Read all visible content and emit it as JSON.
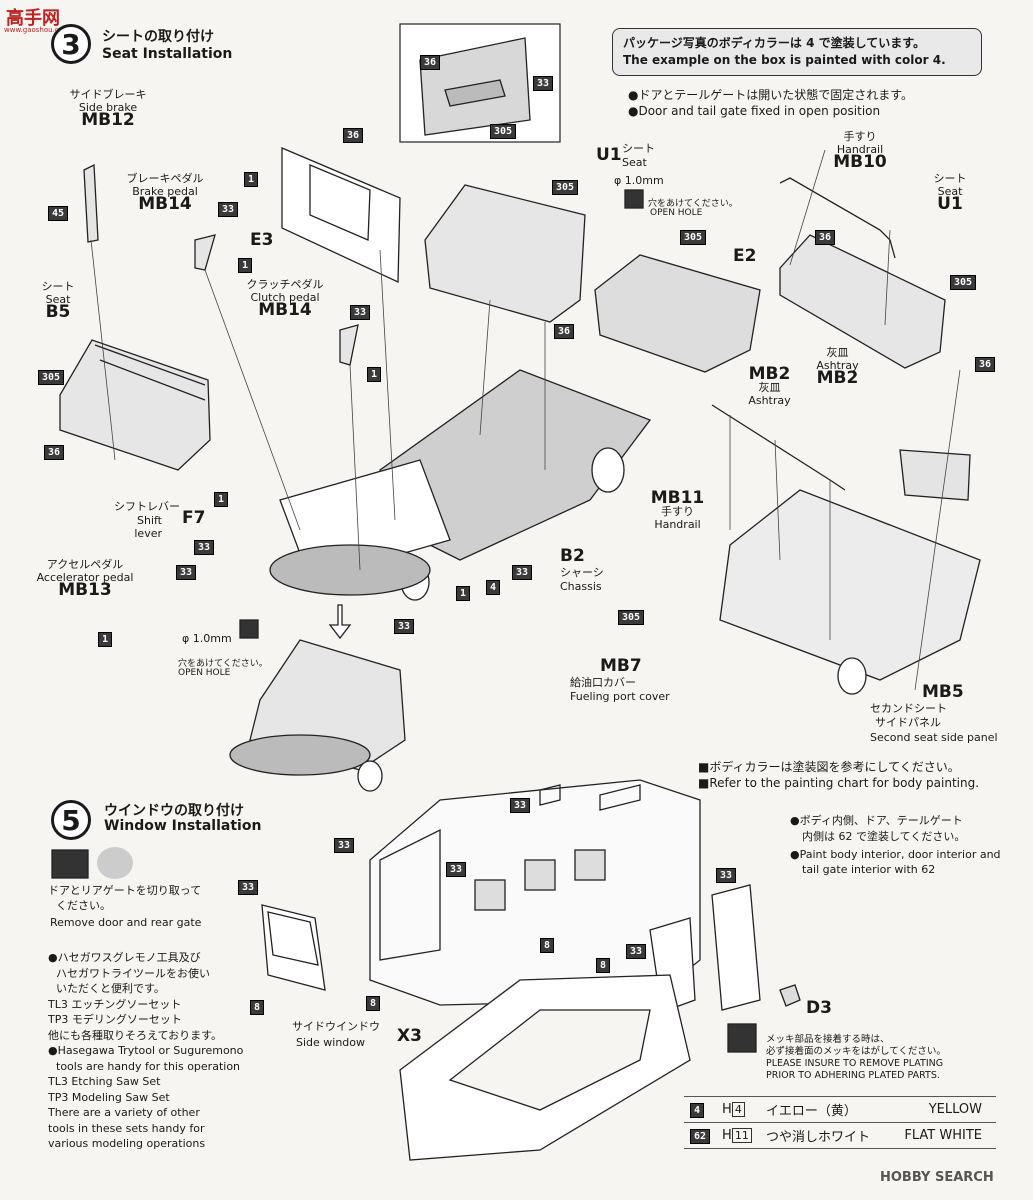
{
  "watermark": {
    "top": "高手网",
    "bottom": "www.gaoshou.com.cn"
  },
  "step3": {
    "num": "3",
    "title_jp": "シートの取り付け",
    "title_en": "Seat Installation"
  },
  "step5": {
    "num": "5",
    "title_jp": "ウインドウの取り付け",
    "title_en": "Window Installation"
  },
  "box_note": {
    "jp": "パッケージ写真のボディカラーは 4 で塗装しています。",
    "en": "The example on the box is painted with color 4."
  },
  "door_note": {
    "jp": "●ドアとテールゲートは開いた状態で固定されます。",
    "en": "●Door and tail gate fixed in open position"
  },
  "parts": {
    "side_brake": {
      "jp": "サイドブレーキ",
      "en": "Side brake",
      "code": "MB12"
    },
    "brake_pedal": {
      "jp": "ブレーキペダル",
      "en": "Brake pedal",
      "code": "MB14"
    },
    "clutch_pedal": {
      "jp": "クラッチペダル",
      "en": "Clutch pedal",
      "code": "MB14"
    },
    "seat_b5": {
      "jp": "シート",
      "en": "Seat",
      "code": "B5"
    },
    "shift_lever": {
      "jp": "シフトレバー",
      "en": "Shift lever",
      "code": "F7"
    },
    "accel_pedal": {
      "jp": "アクセルペダル",
      "en": "Accelerator pedal",
      "code": "MB13"
    },
    "seat_u1a": {
      "code": "U1",
      "jp": "シート",
      "en": "Seat"
    },
    "e2": {
      "code": "E2"
    },
    "e3": {
      "code": "E3"
    },
    "handrail_mb10": {
      "jp": "手すり",
      "en": "Handrail",
      "code": "MB10"
    },
    "seat_u1b": {
      "jp": "シート",
      "en": "Seat",
      "code": "U1"
    },
    "ashtray_a": {
      "code": "MB2",
      "jp": "灰皿",
      "en": "Ashtray"
    },
    "ashtray_b": {
      "jp": "灰皿",
      "en": "Ashtray",
      "code": "MB2"
    },
    "handrail_mb11": {
      "code": "MB11",
      "jp": "手すり",
      "en": "Handrail"
    },
    "chassis": {
      "code": "B2",
      "jp": "シャーシ",
      "en": "Chassis"
    },
    "fuel_cover": {
      "code": "MB7",
      "jp": "給油口カバー",
      "en": "Fueling port cover"
    },
    "mb5": {
      "code": "MB5",
      "jp1": "セカンドシート",
      "jp2": "サイドパネル",
      "en": "Second seat side panel"
    },
    "side_window": {
      "jp": "サイドウインドウ",
      "en": "Side window",
      "code": "X3"
    },
    "d3": {
      "code": "D3"
    }
  },
  "hole": {
    "size": "φ 1.0mm",
    "jp": "穴をあけてください。",
    "en": "OPEN HOLE"
  },
  "body_color": {
    "jp": "■ボディカラーは塗装図を参考にしてください。",
    "en": "■Refer to the painting chart for body painting."
  },
  "interior": {
    "jp1": "●ボディ内側、ドア、テールゲート",
    "jp2": "内側は 62 で塗装してください。",
    "en1": "●Paint body interior, door interior and",
    "en2": "tail gate interior with 62"
  },
  "remove": {
    "jp1": "ドアとリアゲートを切り取って",
    "jp2": "ください。",
    "en": "Remove door and rear gate"
  },
  "tools": {
    "jp1": "●ハセガワスグレモノ工具及び",
    "jp2": "ハセガワトライツールをお使い",
    "jp3": "いただくと便利です。",
    "jp4": "TL3 エッチングソーセット",
    "jp5": "TP3 モデリングソーセット",
    "jp6": "他にも各種取りそろえております。",
    "en1": "●Hasegawa Trytool or Suguremono",
    "en2": "tools are handy for this operation",
    "en3": "TL3 Etching Saw Set",
    "en4": "TP3 Modeling Saw Set",
    "en5": "There are a variety of other",
    "en6": "tools in these sets handy for",
    "en7": "various modeling operations"
  },
  "plating": {
    "jp1": "メッキ部品を接着する時は、",
    "jp2": "必ず接着面のメッキをはがしてください。",
    "en1": "PLEASE INSURE TO REMOVE PLATING",
    "en2": "PRIOR TO ADHERING PLATED PARTS."
  },
  "paint_table": [
    {
      "num": "4",
      "h": "H",
      "hnum": "4",
      "jp": "イエロー（黄）",
      "en": "YELLOW"
    },
    {
      "num": "62",
      "h": "H",
      "hnum": "11",
      "jp": "つや消しホワイト",
      "en": "FLAT WHITE"
    }
  ],
  "footer": {
    "logo": "HOBBY SEARCH"
  },
  "colors": {
    "background": "#f6f5f1",
    "ink": "#1a1a1a",
    "badge": "#3a3a3a",
    "note_box": "#e9e9e9",
    "logo_red": "#c02020"
  }
}
